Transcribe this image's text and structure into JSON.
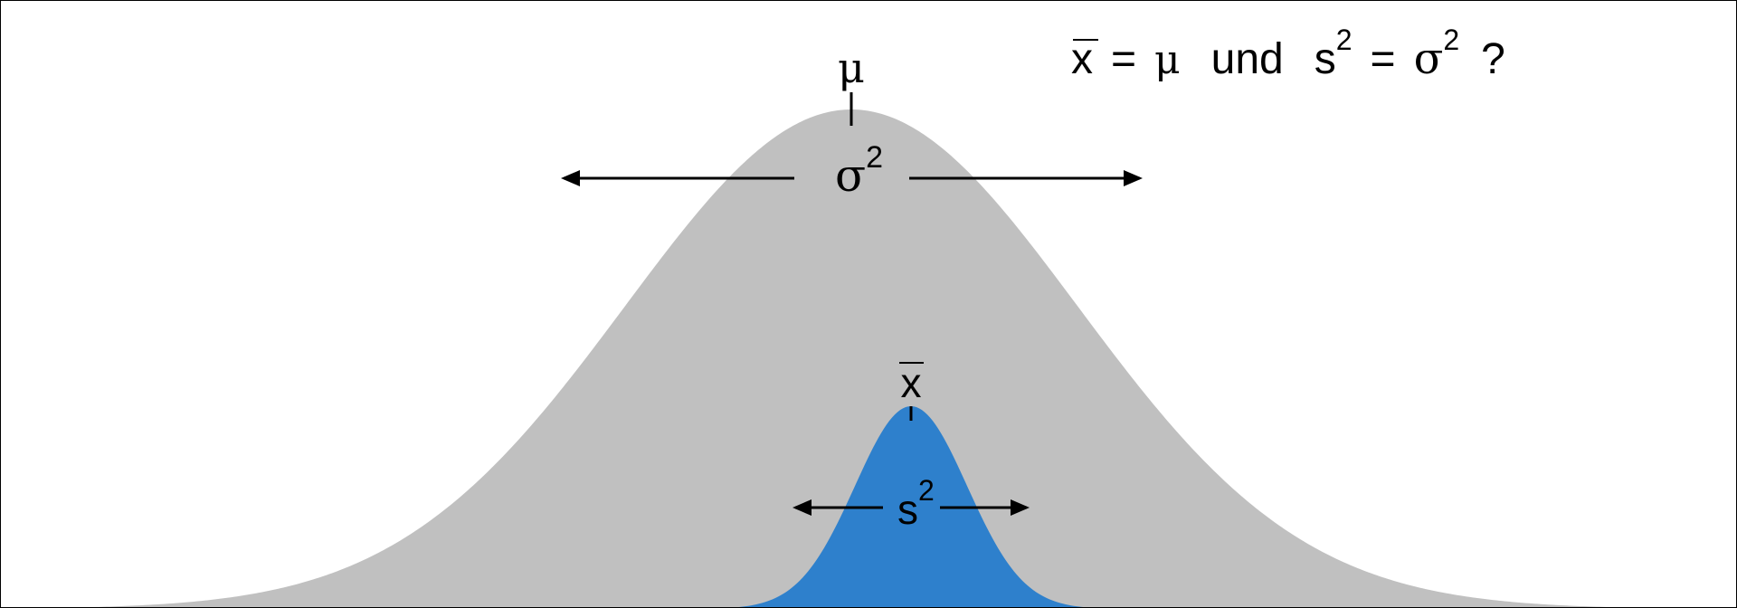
{
  "question": {
    "xbar": "x",
    "eq1": "=",
    "mu": "μ",
    "und": "und",
    "s": "s",
    "sup1": "2",
    "eq2": "=",
    "sigma": "σ",
    "sup2": "2",
    "qmark": "?"
  },
  "population": {
    "mean_label": "μ",
    "variance_label": "σ",
    "variance_sup": "2",
    "color": "#c0c0c0"
  },
  "sample": {
    "mean_label": "x",
    "variance_label": "s",
    "variance_sup": "2",
    "color": "#2e80cc"
  }
}
